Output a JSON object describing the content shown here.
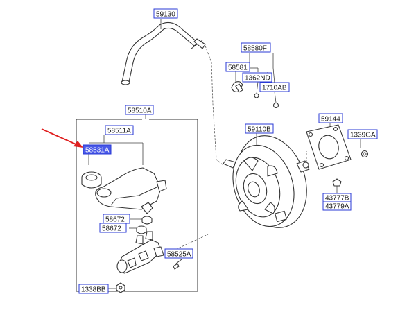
{
  "labels": {
    "p59130": "59130",
    "p58580f": "58580F",
    "p58581": "58581",
    "p1362nd": "1362ND",
    "p1710ab": "1710AB",
    "p58510a": "58510A",
    "p58511a": "58511A",
    "p58531a": "58531A",
    "p59110b": "59110B",
    "p59144": "59144",
    "p1339ga": "1339GA",
    "p58672_1": "58672",
    "p58672_2": "58672",
    "p43777b": "43777B",
    "p43779a": "43779A",
    "p58525a": "58525A",
    "p1338bb": "1338BB"
  },
  "colors": {
    "label_border": "#2a39d6",
    "label_highlight": "#4a5ae8",
    "arrow": "#e02020",
    "line": "#333333"
  }
}
